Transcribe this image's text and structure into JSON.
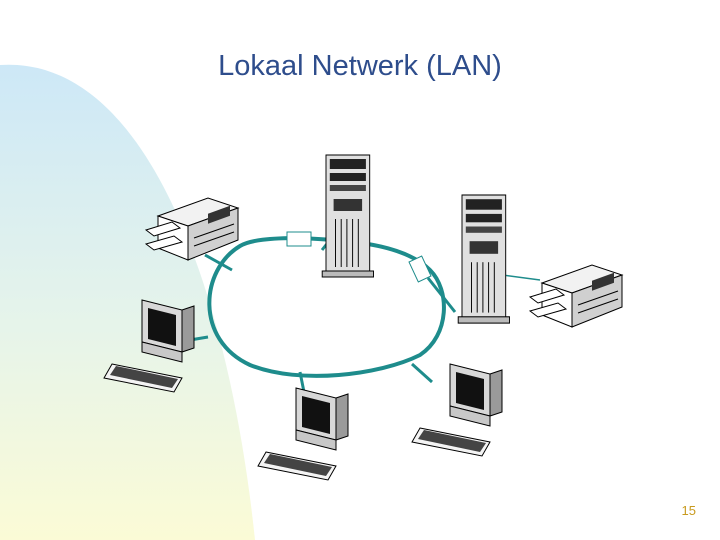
{
  "slide": {
    "title": "Lokaal Netwerk (LAN)",
    "page_number": "15"
  },
  "colors": {
    "title": "#2e4d8c",
    "page_number": "#c89a1e",
    "network_cable": "#1e8c8c",
    "background_gradient_top": "#cfe9f7",
    "background_gradient_bottom": "#fbfbd9"
  },
  "diagram": {
    "topology": "ring",
    "nodes": [
      {
        "type": "printer",
        "icon": "printer-icon"
      },
      {
        "type": "server",
        "icon": "server-tower-icon"
      },
      {
        "type": "server",
        "icon": "server-tower-icon"
      },
      {
        "type": "printer",
        "icon": "printer-icon"
      },
      {
        "type": "workstation",
        "icon": "computer-icon"
      },
      {
        "type": "workstation",
        "icon": "computer-icon"
      },
      {
        "type": "workstation",
        "icon": "computer-icon"
      }
    ]
  }
}
